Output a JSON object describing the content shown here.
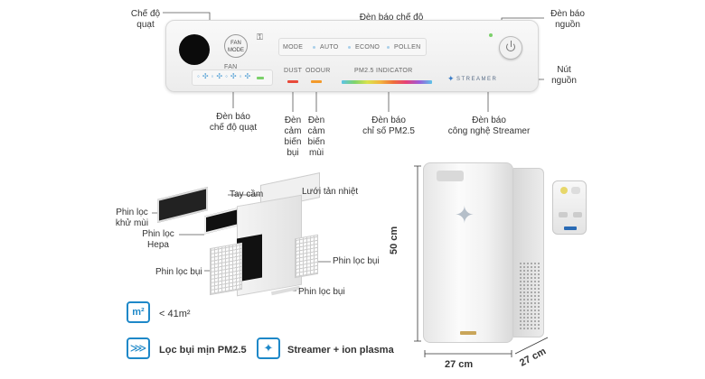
{
  "labels": {
    "fan_mode": [
      "Chế độ",
      "quạt"
    ],
    "mode_indicator": "Đèn báo chế độ",
    "power_indicator": [
      "Đèn báo",
      "nguồn"
    ],
    "power_button": [
      "Nút",
      "nguồn"
    ],
    "fan_indicator": [
      "Đèn báo",
      "chế độ quạt"
    ],
    "dust_sensor": [
      "Đèn",
      "cảm",
      "biến",
      "bụi"
    ],
    "odour_sensor": [
      "Đèn",
      "cảm",
      "biến",
      "mùi"
    ],
    "pm25_indicator": [
      "Đèn báo",
      "chỉ số PM2.5"
    ],
    "streamer_indicator": [
      "Đèn báo",
      "công nghệ Streamer"
    ]
  },
  "panel": {
    "fan_button": [
      "FAN",
      "MODE"
    ],
    "mode_label": "MODE",
    "modes": [
      "AUTO",
      "ECONO",
      "POLLEN"
    ],
    "fan_label": "FAN",
    "dust": "DUST",
    "odour": "ODOUR",
    "pm25": "PM2.5  INDICATOR",
    "streamer": "STREAMER"
  },
  "parts": {
    "handle": "Tay cầm",
    "heat_grille": "Lưới tản nhiệt",
    "deodor_filter": [
      "Phin lọc",
      "khử mùi"
    ],
    "hepa_filter": [
      "Phin lọc",
      "Hepa"
    ],
    "dust_filter_left": "Phin lọc bụi",
    "dust_filter_right": "Phin lọc bụi",
    "dust_filter_bottom": "Phin lọc bụi"
  },
  "dimensions": {
    "height": "50 cm",
    "width": "27 cm",
    "depth": "27 cm"
  },
  "features": {
    "area_icon": "m²",
    "area": "< 41m²",
    "pm25": "Lọc bụi mịn PM2.5",
    "streamer": "Streamer + ion plasma"
  },
  "colors": {
    "accent_blue": "#1e88c8",
    "dust_led": "#e84a3a",
    "odour_led": "#f39a2b",
    "power_led": "#7bd06a"
  }
}
